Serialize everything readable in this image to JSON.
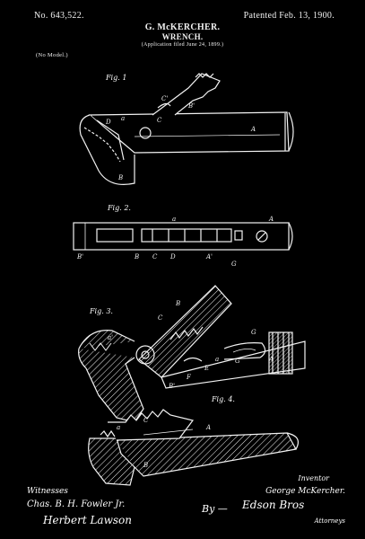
{
  "header": {
    "patent_number": "No. 643,522.",
    "patent_date": "Patented Feb. 13, 1900.",
    "inventor_name": "G. McKERCHER.",
    "invention_title": "WRENCH.",
    "application": "(Application filed June 24, 1899.)",
    "model_note": "(No Model.)"
  },
  "figures": {
    "fig1": "Fig. 1",
    "fig2": "Fig. 2.",
    "fig3": "Fig. 3.",
    "fig4": "Fig. 4."
  },
  "reference_letters": {
    "A": "A",
    "A_prime": "A'",
    "B": "B",
    "B_prime": "B'",
    "C": "C",
    "C_prime": "C'",
    "D": "D",
    "E": "E",
    "F": "F",
    "G": "G",
    "a": "a",
    "a_prime": "a'"
  },
  "signatures": {
    "witnesses_label": "Witnesses",
    "witness_1": "Chas. B. H. Fowler Jr.",
    "witness_2": "Herbert Lawson",
    "inventor_label": "Inventor",
    "inventor": "George McKercher.",
    "by": "By —",
    "attorney_name": "Edson Bros",
    "attorney_label": "Attorneys"
  },
  "colors": {
    "background": "#000000",
    "ink": "#f2f2f2"
  }
}
